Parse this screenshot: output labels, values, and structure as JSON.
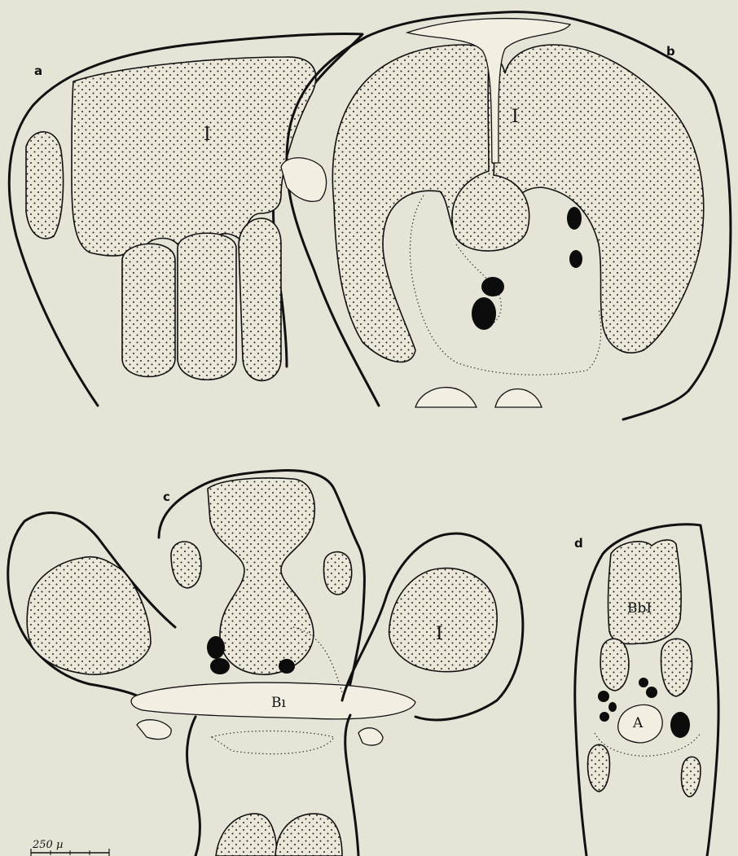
{
  "figure": {
    "panels": [
      {
        "id": "a",
        "label": "a",
        "structure_labels": [
          "I"
        ]
      },
      {
        "id": "b",
        "label": "b",
        "structure_labels": [
          "I"
        ]
      },
      {
        "id": "c",
        "label": "c",
        "structure_labels": [
          "I",
          "Bı"
        ]
      },
      {
        "id": "d",
        "label": "d",
        "structure_labels": [
          "BbI",
          "A"
        ]
      }
    ],
    "scale_bar": {
      "label": "250 µ"
    }
  }
}
